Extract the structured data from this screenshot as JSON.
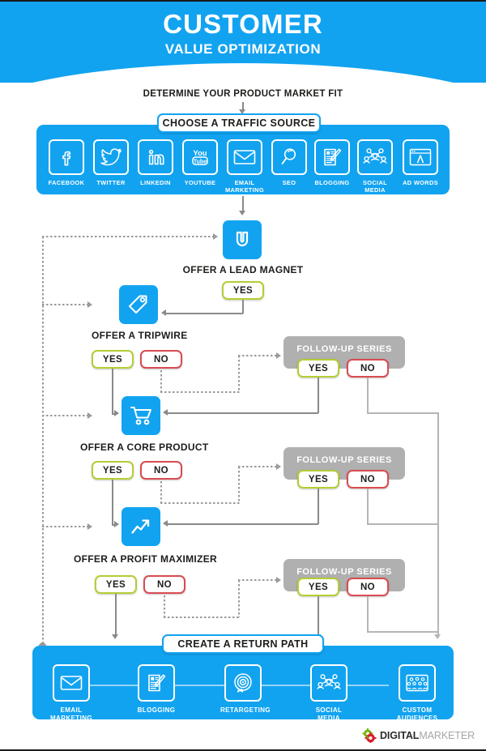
{
  "header": {
    "title_main": "CUSTOMER",
    "title_sub": "VALUE OPTIMIZATION",
    "bg_color": "#12a3f0"
  },
  "colors": {
    "blue": "#12a3f0",
    "yes_green": "#b5cd34",
    "no_red": "#d94c52",
    "gray_panel": "#b0b0b0",
    "connector": "#8a8a8a",
    "text_dark": "#1d1d1b"
  },
  "flow": {
    "determine_fit": "DETERMINE YOUR PRODUCT MARKET FIT",
    "choose_traffic": "CHOOSE A TRAFFIC SOURCE",
    "create_return_path": "CREATE A RETURN PATH"
  },
  "traffic_sources": [
    {
      "label": "FACEBOOK",
      "icon": "facebook-icon"
    },
    {
      "label": "TWITTER",
      "icon": "twitter-icon"
    },
    {
      "label": "LINKEDIN",
      "icon": "linkedin-icon"
    },
    {
      "label": "YOUTUBE",
      "icon": "youtube-icon"
    },
    {
      "label": "EMAIL MARKETING",
      "icon": "envelope-icon"
    },
    {
      "label": "SEO",
      "icon": "magnifier-icon"
    },
    {
      "label": "BLOGGING",
      "icon": "blog-pencil-icon"
    },
    {
      "label": "SOCIAL MEDIA",
      "icon": "people-network-icon"
    },
    {
      "label": "AD WORDS",
      "icon": "browser-adwords-icon"
    }
  ],
  "steps": [
    {
      "id": "lead-magnet",
      "title": "OFFER A LEAD MAGNET",
      "icon": "magnet-icon",
      "yes": "YES",
      "no": null
    },
    {
      "id": "tripwire",
      "title": "OFFER A TRIPWIRE",
      "icon": "price-tag-icon",
      "yes": "YES",
      "no": "NO"
    },
    {
      "id": "core-product",
      "title": "OFFER A CORE PRODUCT",
      "icon": "shopping-cart-icon",
      "yes": "YES",
      "no": "NO"
    },
    {
      "id": "profit-maximizer",
      "title": "OFFER A PROFIT MAXIMIZER",
      "icon": "growth-chart-icon",
      "yes": "YES",
      "no": "NO"
    }
  ],
  "follow_up_series": [
    {
      "label": "FOLLOW-UP SERIES",
      "yes": "YES",
      "no": "NO"
    },
    {
      "label": "FOLLOW-UP SERIES",
      "yes": "YES",
      "no": "NO"
    },
    {
      "label": "FOLLOW-UP SERIES",
      "yes": "YES",
      "no": "NO"
    }
  ],
  "return_path": [
    {
      "label": "EMAIL MARKETING",
      "icon": "envelope-icon"
    },
    {
      "label": "BLOGGING",
      "icon": "blog-pencil-icon"
    },
    {
      "label": "RETARGETING",
      "icon": "target-icon"
    },
    {
      "label": "SOCIAL MEDIA",
      "icon": "people-network-icon"
    },
    {
      "label": "CUSTOM AUDIENCES",
      "icon": "audience-group-icon"
    }
  ],
  "logo": {
    "word1": "DIGITAL",
    "word2": "MARKETER",
    "gear_green": "#7ab317",
    "gear_red": "#d8202a"
  }
}
